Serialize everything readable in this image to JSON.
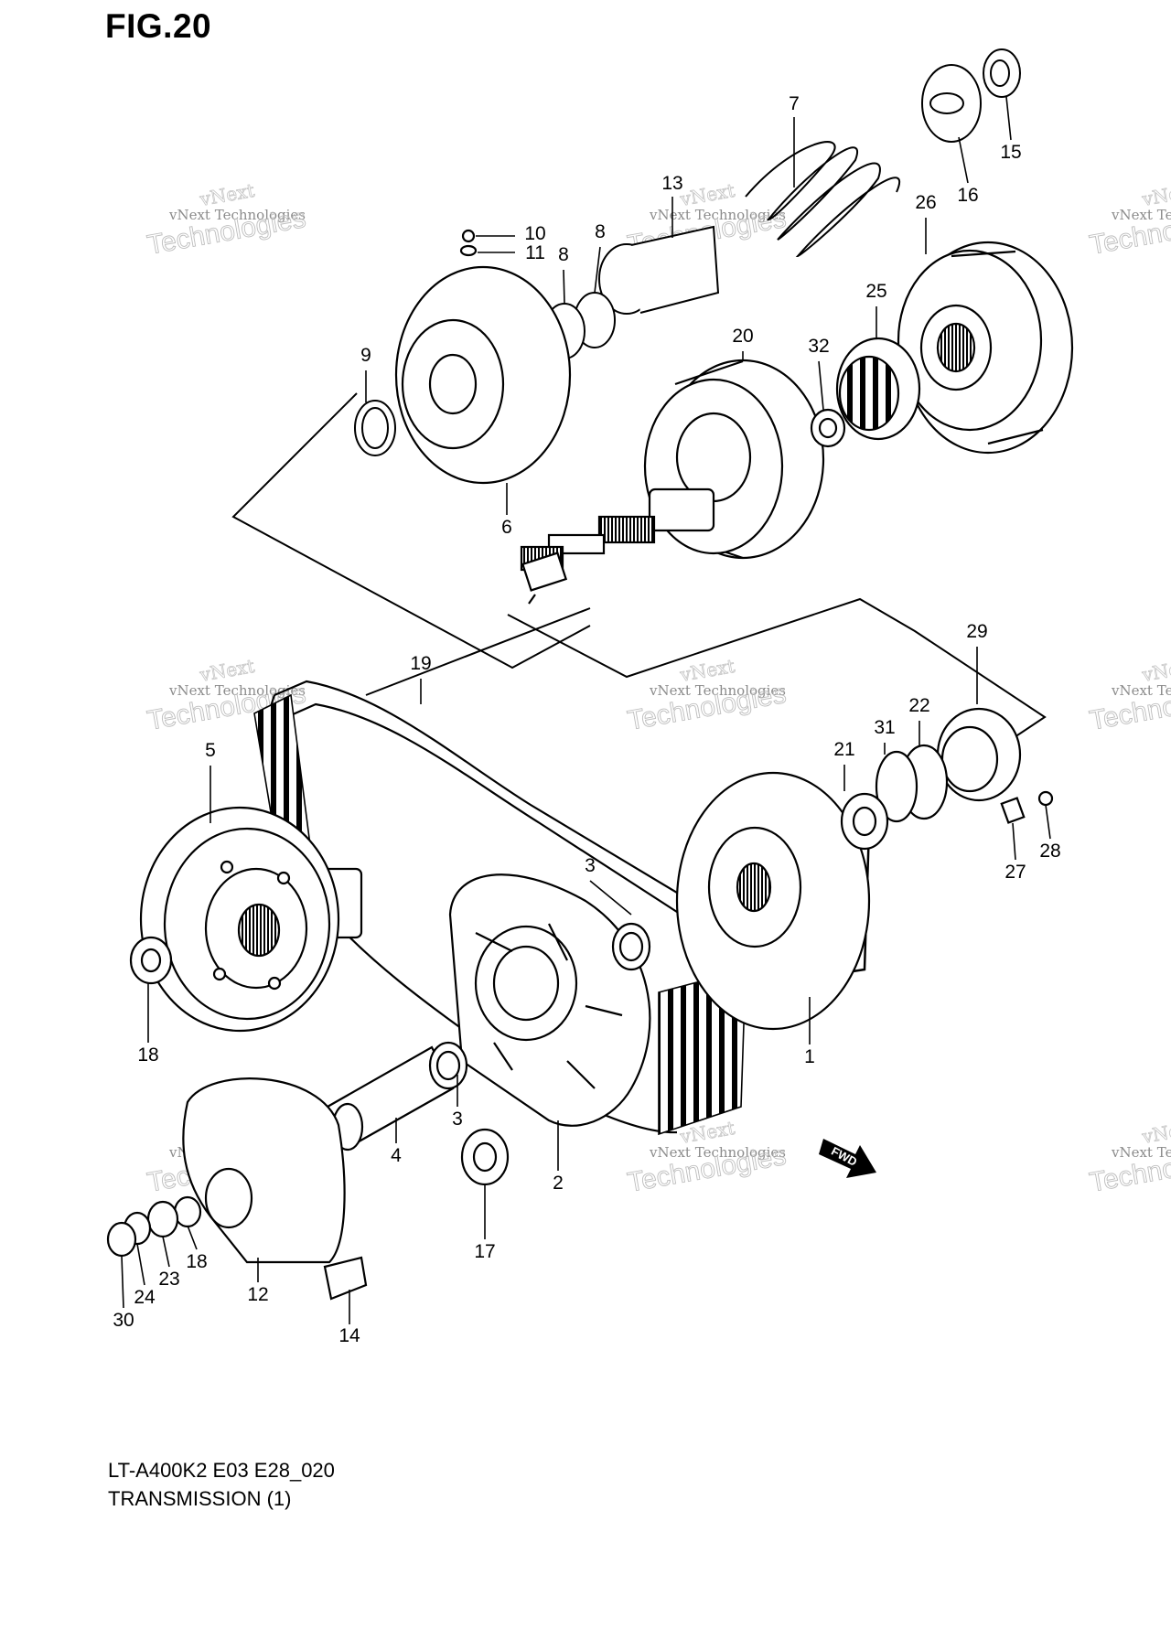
{
  "figure": {
    "title": "FIG.20"
  },
  "caption": {
    "model": "LT-A400K2 E03 E28_020",
    "section": "TRANSMISSION (1)"
  },
  "fwd_label": "FWD",
  "watermark": {
    "company": "vNext Technologies",
    "top": "vNext",
    "bottom": "Technologies"
  },
  "parts": [
    {
      "id": "p1",
      "number": "1"
    },
    {
      "id": "p2",
      "number": "2"
    },
    {
      "id": "p3a",
      "number": "3"
    },
    {
      "id": "p3b",
      "number": "3"
    },
    {
      "id": "p4",
      "number": "4"
    },
    {
      "id": "p5",
      "number": "5"
    },
    {
      "id": "p6",
      "number": "6"
    },
    {
      "id": "p7",
      "number": "7"
    },
    {
      "id": "p8a",
      "number": "8"
    },
    {
      "id": "p8b",
      "number": "8"
    },
    {
      "id": "p9",
      "number": "9"
    },
    {
      "id": "p10",
      "number": "10"
    },
    {
      "id": "p11",
      "number": "11"
    },
    {
      "id": "p12",
      "number": "12"
    },
    {
      "id": "p13",
      "number": "13"
    },
    {
      "id": "p14",
      "number": "14"
    },
    {
      "id": "p15",
      "number": "15"
    },
    {
      "id": "p16",
      "number": "16"
    },
    {
      "id": "p17",
      "number": "17"
    },
    {
      "id": "p18a",
      "number": "18"
    },
    {
      "id": "p18b",
      "number": "18"
    },
    {
      "id": "p19",
      "number": "19"
    },
    {
      "id": "p20",
      "number": "20"
    },
    {
      "id": "p21",
      "number": "21"
    },
    {
      "id": "p22",
      "number": "22"
    },
    {
      "id": "p23",
      "number": "23"
    },
    {
      "id": "p24",
      "number": "24"
    },
    {
      "id": "p25",
      "number": "25"
    },
    {
      "id": "p26",
      "number": "26"
    },
    {
      "id": "p27",
      "number": "27"
    },
    {
      "id": "p28",
      "number": "28"
    },
    {
      "id": "p29",
      "number": "29"
    },
    {
      "id": "p30",
      "number": "30"
    },
    {
      "id": "p31",
      "number": "31"
    },
    {
      "id": "p32",
      "number": "32"
    }
  ]
}
